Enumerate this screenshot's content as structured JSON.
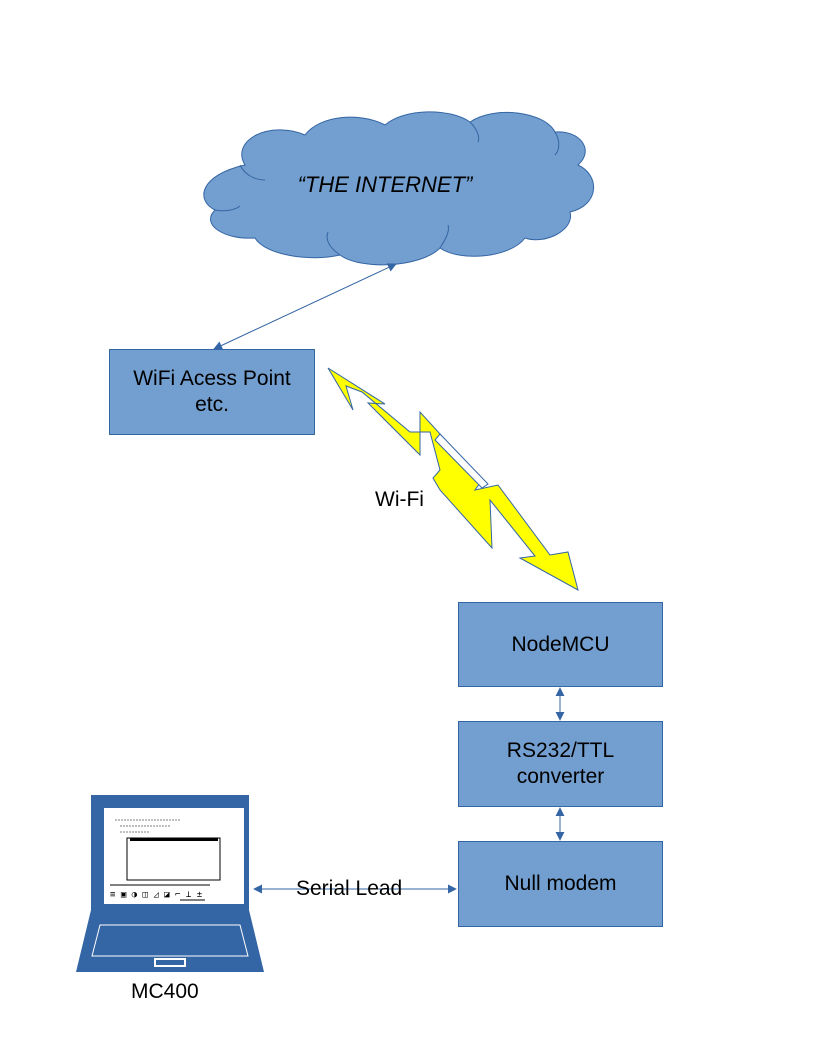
{
  "colors": {
    "box_fill": "#729fcf",
    "box_border": "#3465a4",
    "connector": "#3465a4",
    "bolt_fill": "#ffff00",
    "laptop": "#3465a4"
  },
  "cloud": {
    "label": "“THE INTERNET”"
  },
  "nodes": {
    "wifi_ap": {
      "line1": "WiFi Acess Point",
      "line2": "etc."
    },
    "nodemcu": {
      "label": "NodeMCU"
    },
    "converter": {
      "line1": "RS232/TTL",
      "line2": "converter"
    },
    "null_modem": {
      "label": "Null modem"
    },
    "laptop": {
      "label": "MC400"
    }
  },
  "connections": {
    "wifi_link": {
      "label": "Wi-Fi"
    },
    "serial_lead": {
      "label": "Serial Lead"
    }
  }
}
